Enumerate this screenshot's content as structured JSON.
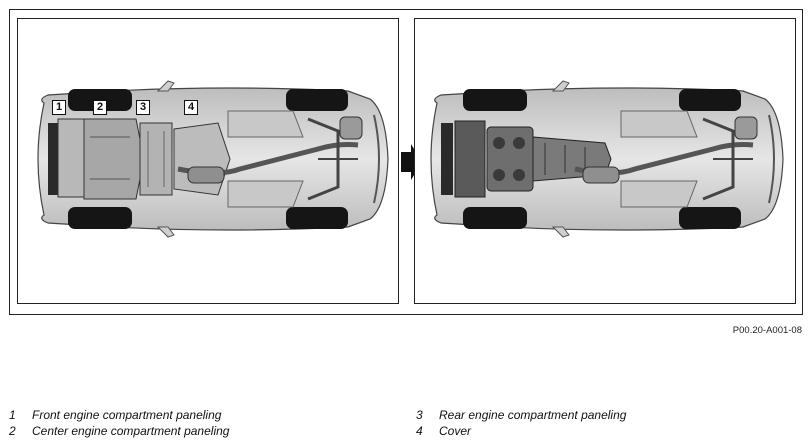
{
  "figure_ref": "P00.20-A001-08",
  "callouts": [
    "1",
    "2",
    "3",
    "4"
  ],
  "legend": [
    {
      "number": "1",
      "label": "Front engine compartment paneling"
    },
    {
      "number": "2",
      "label": "Center engine compartment paneling"
    },
    {
      "number": "3",
      "label": "Rear engine compartment paneling"
    },
    {
      "number": "4",
      "label": "Cover"
    }
  ],
  "icons": {
    "arrow": "arrow-right-icon"
  }
}
